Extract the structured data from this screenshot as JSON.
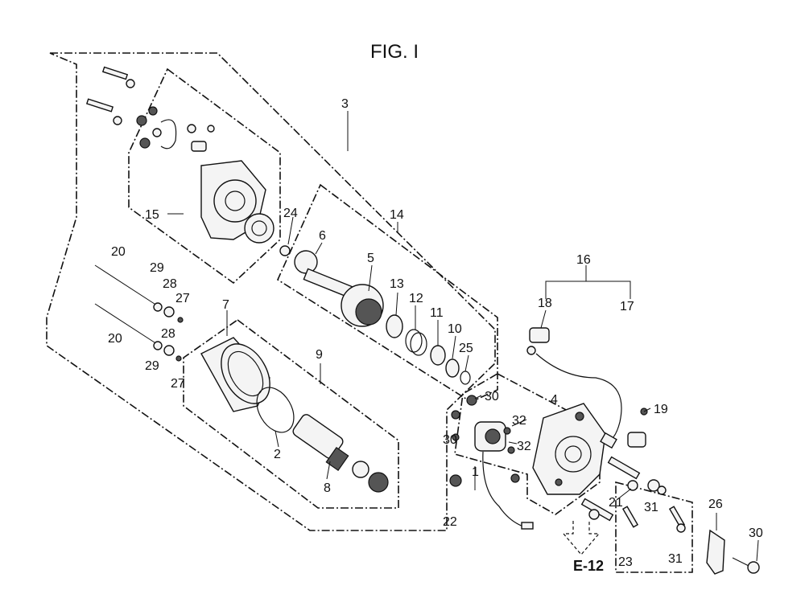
{
  "figure": {
    "title": "FIG. I",
    "reference": "E-12"
  },
  "callouts": [
    {
      "id": "c3",
      "text": "3"
    },
    {
      "id": "c15",
      "text": "15"
    },
    {
      "id": "c24",
      "text": "24"
    },
    {
      "id": "c14",
      "text": "14"
    },
    {
      "id": "c6",
      "text": "6"
    },
    {
      "id": "c5",
      "text": "5"
    },
    {
      "id": "c13",
      "text": "13"
    },
    {
      "id": "c12",
      "text": "12"
    },
    {
      "id": "c11",
      "text": "11"
    },
    {
      "id": "c10",
      "text": "10"
    },
    {
      "id": "c25",
      "text": "25"
    },
    {
      "id": "c20a",
      "text": "20"
    },
    {
      "id": "c29a",
      "text": "29"
    },
    {
      "id": "c28a",
      "text": "28"
    },
    {
      "id": "c27a",
      "text": "27"
    },
    {
      "id": "c7",
      "text": "7"
    },
    {
      "id": "c28b",
      "text": "28"
    },
    {
      "id": "c20b",
      "text": "20"
    },
    {
      "id": "c29b",
      "text": "29"
    },
    {
      "id": "c27b",
      "text": "27"
    },
    {
      "id": "c9",
      "text": "9"
    },
    {
      "id": "c2",
      "text": "2"
    },
    {
      "id": "c8",
      "text": "8"
    },
    {
      "id": "c16",
      "text": "16"
    },
    {
      "id": "c18",
      "text": "18"
    },
    {
      "id": "c17",
      "text": "17"
    },
    {
      "id": "c4",
      "text": "4"
    },
    {
      "id": "c19",
      "text": "19"
    },
    {
      "id": "c30a",
      "text": "30"
    },
    {
      "id": "c30b",
      "text": "30"
    },
    {
      "id": "c32a",
      "text": "32"
    },
    {
      "id": "c32b",
      "text": "32"
    },
    {
      "id": "c1",
      "text": "1"
    },
    {
      "id": "c22",
      "text": "22"
    },
    {
      "id": "c21",
      "text": "21"
    },
    {
      "id": "c31a",
      "text": "31"
    },
    {
      "id": "c26",
      "text": "26"
    },
    {
      "id": "c30c",
      "text": "30"
    },
    {
      "id": "c23",
      "text": "23"
    },
    {
      "id": "c31b",
      "text": "31"
    }
  ]
}
